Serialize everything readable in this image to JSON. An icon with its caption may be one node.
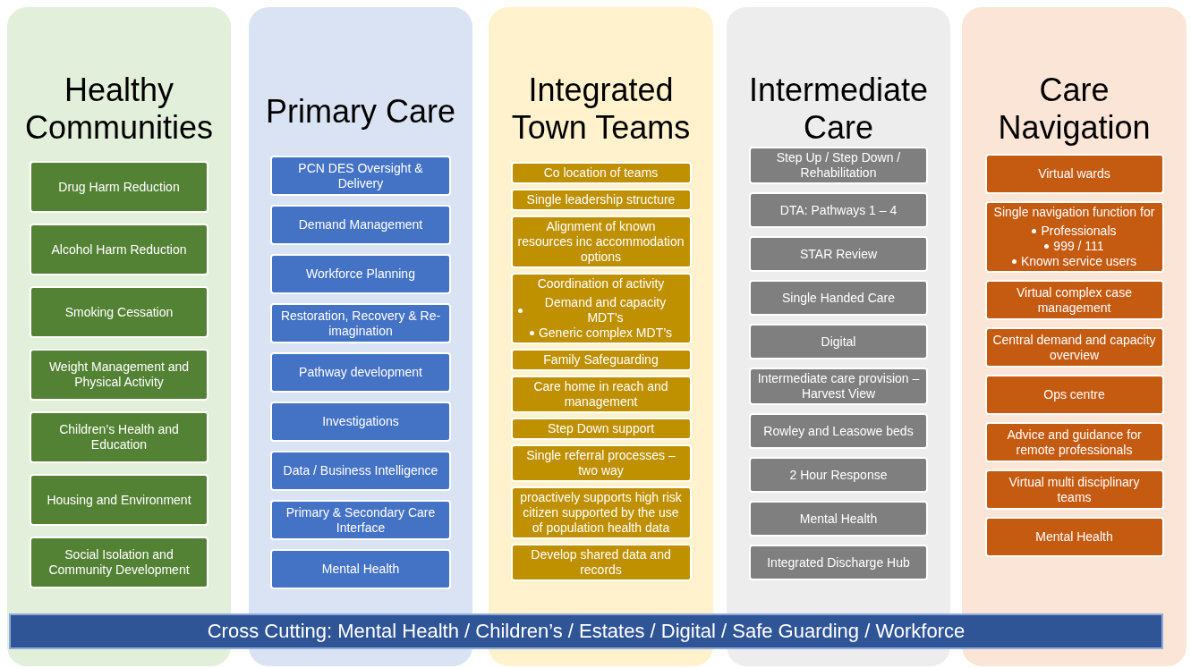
{
  "diagram": {
    "nodes": [
      {
        "text": [
          "Healthy Communities"
        ]
      },
      {
        "text": [
          "Drug Harm Reduction"
        ],
        "in": 0
      },
      {
        "text": [
          "Alcohol Harm Reduction"
        ],
        "in": 0
      },
      {
        "text": [
          "Smoking Cessation"
        ],
        "in": 0
      },
      {
        "text": [
          "Weight Management and Physical Activity"
        ],
        "in": 0
      },
      {
        "text": [
          "Children’s Health and Education"
        ],
        "in": 0
      },
      {
        "text": [
          "Housing and Environment"
        ],
        "in": 0
      },
      {
        "text": [
          "Social Isolation and Community Development"
        ],
        "in": 0
      },
      {
        "text": [
          "Primary Care"
        ]
      },
      {
        "text": [
          "PCN DES Oversight & Delivery"
        ],
        "in": 8
      },
      {
        "text": [
          "Demand Management"
        ],
        "in": 8
      },
      {
        "text": [
          "Workforce Planning"
        ],
        "in": 8
      },
      {
        "text": [
          "Restoration, Recovery & Re-imagination"
        ],
        "in": 8
      },
      {
        "text": [
          "Pathway development"
        ],
        "in": 8
      },
      {
        "text": [
          "Investigations"
        ],
        "in": 8
      },
      {
        "text": [
          "Data / Business Intelligence"
        ],
        "in": 8
      },
      {
        "text": [
          "Primary & Secondary Care Interface"
        ],
        "in": 8
      },
      {
        "text": [
          "Mental Health"
        ],
        "in": 8
      },
      {
        "text": [
          "Integrated Town Teams"
        ]
      },
      {
        "text": [
          "Co location of teams"
        ],
        "in": 18
      },
      {
        "text": [
          "Single leadership structure"
        ],
        "in": 18
      },
      {
        "text": [
          "Alignment of known resources inc accommodation options"
        ],
        "in": 18
      },
      {
        "text": [
          "Coordination of activity",
          "Demand and capacity MDT’s",
          "Generic complex MDT’s"
        ],
        "in": 18
      },
      {
        "text": [
          "Family Safeguarding"
        ],
        "in": 18
      },
      {
        "text": [
          "Care home in reach and management"
        ],
        "in": 18
      },
      {
        "text": [
          "Step Down support"
        ],
        "in": 18
      },
      {
        "text": [
          "Single referral processes – two way"
        ],
        "in": 18
      },
      {
        "text": [
          "proactively supports high risk citizen supported by the use of population health data"
        ],
        "in": 18
      },
      {
        "text": [
          "Develop shared data and records"
        ],
        "in": 18
      },
      {
        "text": [
          "Intermediate Care"
        ]
      },
      {
        "text": [
          "Step Up / Step Down / Rehabilitation"
        ],
        "in": 29
      },
      {
        "text": [
          "DTA: Pathways 1 – 4"
        ],
        "in": 29
      },
      {
        "text": [
          "STAR Review"
        ],
        "in": 29
      },
      {
        "text": [
          "Single Handed Care"
        ],
        "in": 29
      },
      {
        "text": [
          "Digital"
        ],
        "in": 29
      },
      {
        "text": [
          "Intermediate care provision – Harvest View"
        ],
        "in": 29
      },
      {
        "text": [
          "Rowley and Leasowe beds"
        ],
        "in": 29
      },
      {
        "text": [
          "2 Hour Response"
        ],
        "in": 29
      },
      {
        "text": [
          "Mental Health"
        ],
        "in": 29
      },
      {
        "text": [
          "Integrated Discharge Hub"
        ],
        "in": 29
      },
      {
        "text": [
          "Care Navigation"
        ]
      },
      {
        "text": [
          "Virtual wards"
        ],
        "in": 40
      },
      {
        "text": [
          "Single navigation function for",
          "Professionals",
          "999 / 111",
          "Known service users"
        ],
        "in": 40
      },
      {
        "text": [
          "Virtual complex case management"
        ],
        "in": 40
      },
      {
        "text": [
          "Central demand and capacity overview"
        ],
        "in": 40
      },
      {
        "text": [
          "Ops centre"
        ],
        "in": 40
      },
      {
        "text": [
          "Advice and guidance for remote professionals"
        ],
        "in": 40
      },
      {
        "text": [
          "Virtual multi disciplinary teams"
        ],
        "in": 40
      },
      {
        "text": [
          "Mental Health"
        ],
        "in": 40
      },
      {
        "text": [
          "Cross Cutting: Mental Health / Children’s / Estates / Digital / Safe Guarding / Workforce"
        ]
      }
    ]
  }
}
